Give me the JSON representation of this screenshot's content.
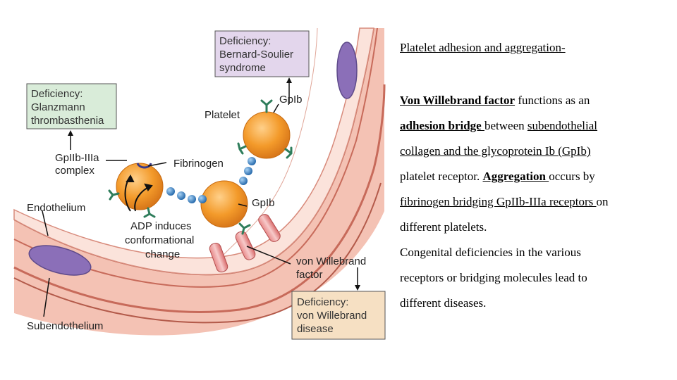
{
  "diagram": {
    "labels": {
      "endothelium": "Endothelium",
      "subendothelium": "Subendothelium",
      "platelet": "Platelet",
      "fibrinogen": "Fibrinogen",
      "gpib_top": "GpIb",
      "gpib_mid": "GpIb",
      "gpiib_line1": "GpIIb-IIIa",
      "gpiib_line2": "complex",
      "adp_line1": "ADP induces",
      "adp_line2": "conformational",
      "adp_line3": "change",
      "vwf_line1": "von Willebrand",
      "vwf_line2": "factor"
    },
    "boxes": {
      "bernard": [
        "Deficiency:",
        "Bernard-Soulier",
        "syndrome"
      ],
      "glanzmann": [
        "Deficiency:",
        "Glanzmann",
        "thrombasthenia"
      ],
      "vwd": [
        "Deficiency:",
        "von Willebrand",
        "disease"
      ]
    },
    "colors": {
      "vessel": "#f7d3c8",
      "vessel_dark": "#c76a5a",
      "platelet": "#f39a2a",
      "bead": "#2f7fc1",
      "receptor": "#2e7d5b",
      "nucleus": "#8b6fb8",
      "box_bernard": "#e3d6ec",
      "box_glanzmann": "#d9ecd9",
      "box_vwd": "#f6e0c3"
    }
  },
  "notes": {
    "title": "Platelet adhesion and aggregation-",
    "l1a": "Von Willebrand factor",
    "l1b": " functions as an",
    "l2a": "adhesion bridge ",
    "l2b": "between ",
    "l2c": "subendothelial",
    "l3": "collagen and the glycoprotein Ib (GpIb)",
    "l4a": "platelet receptor. ",
    "l4b": "Aggregation ",
    "l4c": "occurs by",
    "l5a": "fibrinogen bridging GpIIb-IIIa receptors ",
    "l5b": "on",
    "l6": "different platelets.",
    "l7": "Congenital deficiencies in the various",
    "l8": "receptors or bridging molecules lead to",
    "l9": "different diseases."
  }
}
